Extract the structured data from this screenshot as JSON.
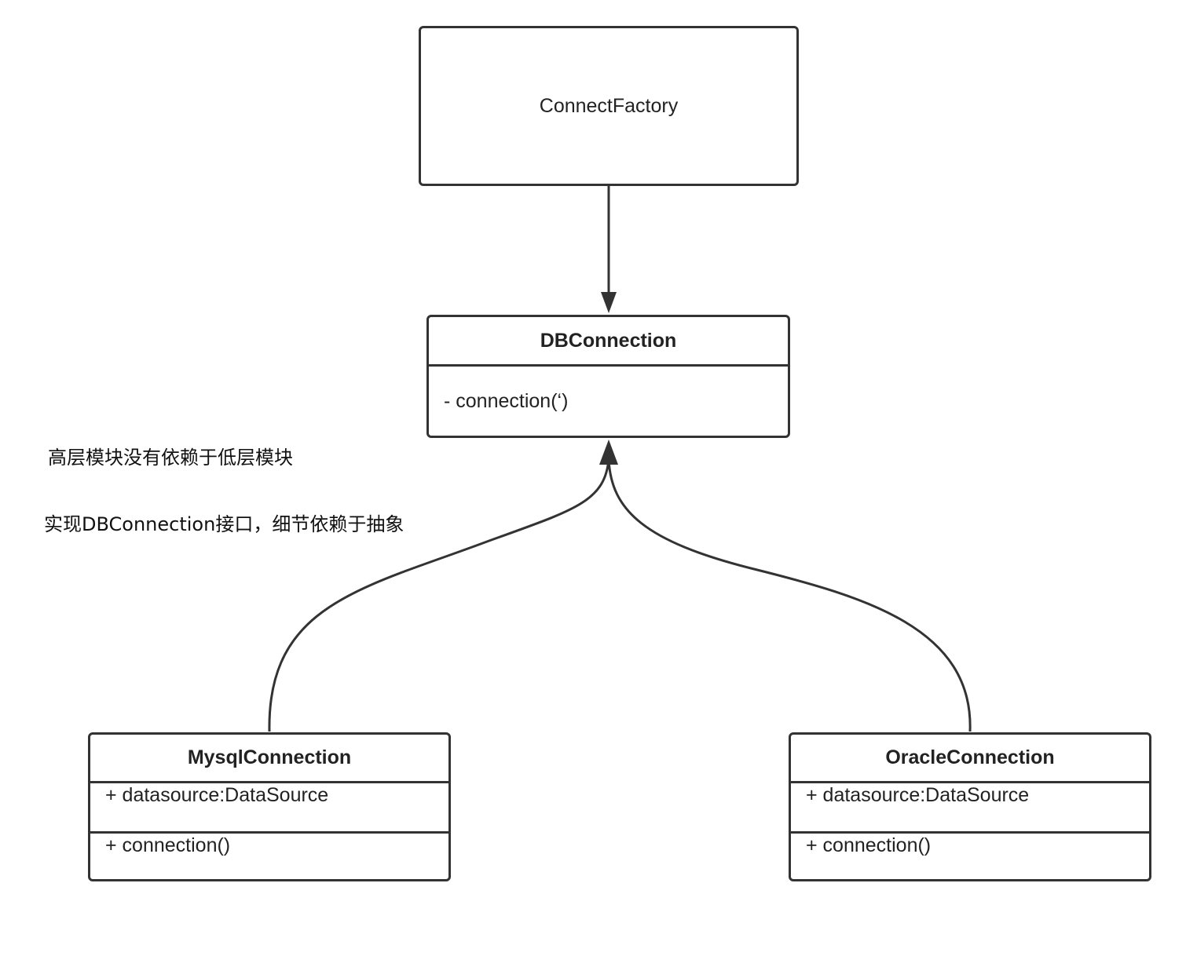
{
  "factory": {
    "name": "ConnectFactory"
  },
  "interface": {
    "name": "DBConnection",
    "operation": "- connection(‘)"
  },
  "implementations": [
    {
      "name": "MysqlConnection",
      "attribute": "+ datasource:DataSource",
      "operation": "+ connection()"
    },
    {
      "name": "OracleConnection",
      "attribute": "+ datasource:DataSource",
      "operation": "+ connection()"
    }
  ],
  "notes": [
    "高层模块没有依赖于低层模块",
    "实现DBConnection接口，细节依赖于抽象"
  ],
  "colors": {
    "line": "#333333",
    "text": "#222222",
    "background": "#ffffff"
  }
}
